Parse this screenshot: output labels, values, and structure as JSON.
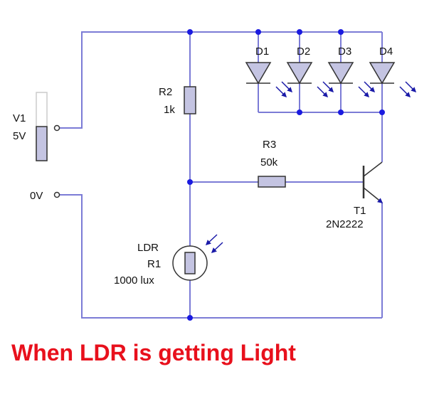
{
  "colors": {
    "wire": "#7b7bd6",
    "component_fill": "#c4c4e2",
    "component_stroke": "#333333",
    "arrow": "#1a1aa8",
    "dot": "#1a1ae0",
    "caption": "#e8101c"
  },
  "source": {
    "name": "V1",
    "voltage": "5V",
    "ground_label": "0V"
  },
  "resistors": {
    "r2": {
      "name": "R2",
      "value": "1k"
    },
    "r3": {
      "name": "R3",
      "value": "50k"
    }
  },
  "ldr": {
    "type": "LDR",
    "name": "R1",
    "value": "1000 lux"
  },
  "transistor": {
    "name": "T1",
    "part": "2N2222"
  },
  "leds": [
    "D1",
    "D2",
    "D3",
    "D4"
  ],
  "caption": "When LDR is getting Light"
}
